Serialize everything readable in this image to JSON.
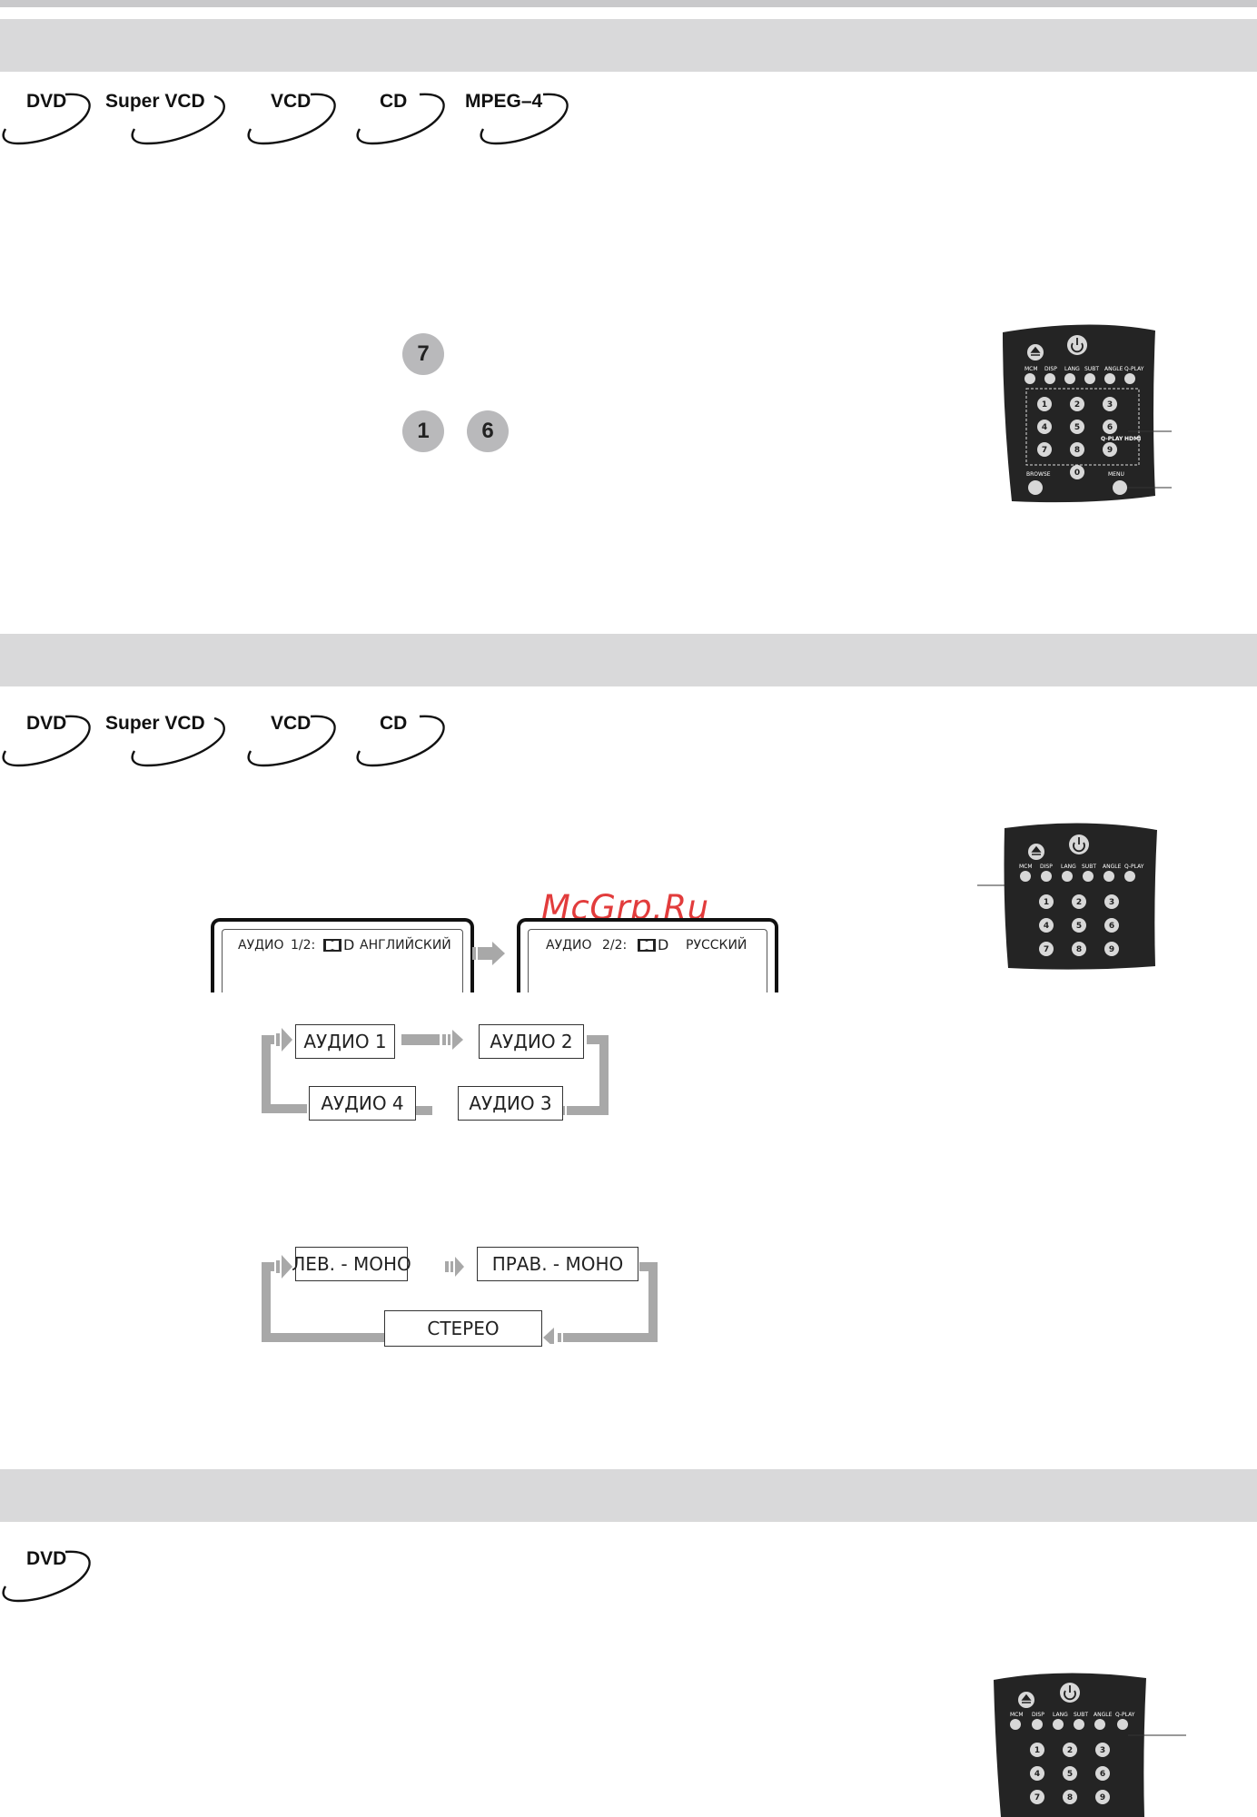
{
  "formats": {
    "section1": [
      "DVD",
      "Super VCD",
      "VCD",
      "CD",
      "MPEG–4"
    ],
    "section2": [
      "DVD",
      "Super VCD",
      "VCD",
      "CD"
    ],
    "section3": [
      "DVD"
    ]
  },
  "keys": {
    "seven": "7",
    "one": "1",
    "six": "6"
  },
  "remote": {
    "labels": [
      "MCM",
      "DISP",
      "LANG",
      "SUBT",
      "ANGLE",
      "Q-PLAY"
    ],
    "digits": [
      "1",
      "2",
      "3",
      "4",
      "5",
      "6",
      "7",
      "8",
      "9",
      "0"
    ],
    "qplay": "Q-PLAY",
    "hdmi": "HDMI",
    "browse": "BROWSE",
    "menu": "MENU"
  },
  "osd": {
    "left": {
      "label": "АУДИО",
      "track": "1/2:",
      "lang": "АНГЛИЙСКИЙ"
    },
    "right": {
      "label": "АУДИО",
      "track": "2/2:",
      "lang": "РУССКИЙ"
    },
    "dolby_letter": "D"
  },
  "audio_cycle": [
    "АУДИО 1",
    "АУДИО 2",
    "АУДИО 3",
    "АУДИО 4"
  ],
  "channel_cycle": [
    "ЛЕВ. - МОНО",
    "ПРАВ. - МОНО",
    "СТЕРЕО"
  ],
  "watermark": "McGrp.Ru",
  "colors": {
    "band": "#d9d9da",
    "key": "#b9b9bb",
    "remote": "#242424",
    "watermark": "#e23c3c",
    "arrow": "#a8a8a8"
  }
}
